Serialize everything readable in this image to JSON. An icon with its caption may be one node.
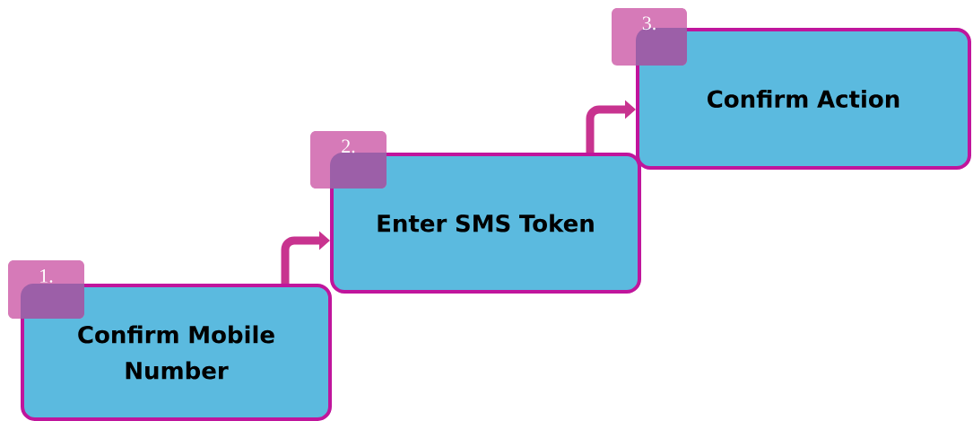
{
  "diagram": {
    "nodes": [
      {
        "text": [
          "1."
        ]
      },
      {
        "text": [
          "Confirm Mobile Number"
        ]
      },
      {
        "text": [
          "2."
        ]
      },
      {
        "text": [
          "Enter SMS Token"
        ]
      },
      {
        "text": [
          "3."
        ]
      },
      {
        "text": [
          "Confirm Action"
        ]
      }
    ],
    "edges": [
      {
        "from": 1,
        "to": 3,
        "arrow": "to"
      },
      {
        "from": 3,
        "to": 5,
        "arrow": "to"
      }
    ]
  }
}
